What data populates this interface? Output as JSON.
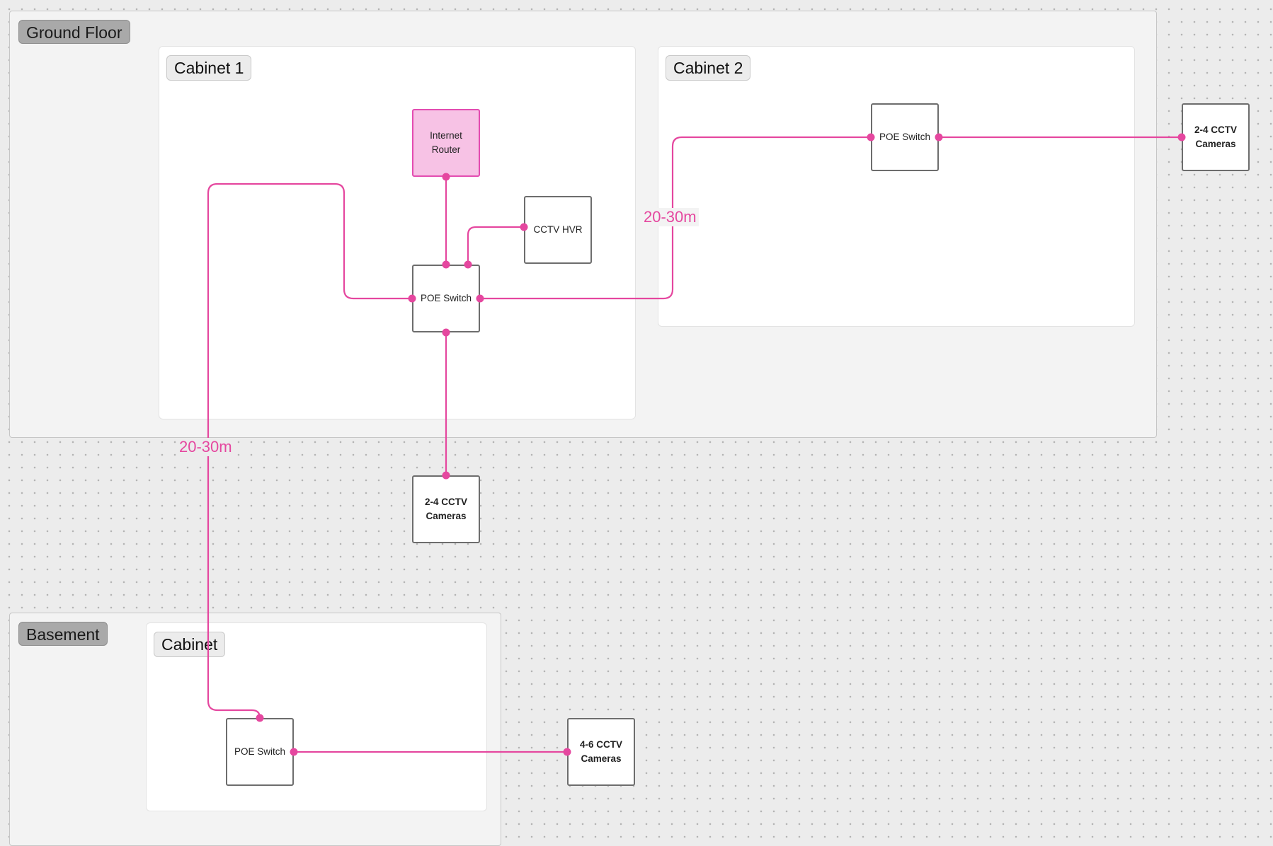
{
  "sections": {
    "ground_floor": "Ground Floor",
    "basement": "Basement"
  },
  "cabinets": {
    "cabinet1": "Cabinet 1",
    "cabinet2": "Cabinet 2",
    "basement_cabinet": "Cabinet"
  },
  "devices": {
    "router": "Internet\nRouter",
    "cctv_hvr": "CCTV HVR",
    "poe_switch_main": "POE Switch",
    "poe_switch_cab2": "POE Switch",
    "poe_switch_basement": "POE Switch",
    "cameras_ground": "2-4 CCTV\nCameras",
    "cameras_cab2": "2-4 CCTV\nCameras",
    "cameras_basement": "4-6 CCTV\nCameras"
  },
  "distances": {
    "to_cabinet2": "20-30m",
    "to_basement": "20-30m"
  },
  "colors": {
    "wire": "#e5479f",
    "router_fill": "#f7c2e5",
    "router_border": "#e34db1"
  }
}
